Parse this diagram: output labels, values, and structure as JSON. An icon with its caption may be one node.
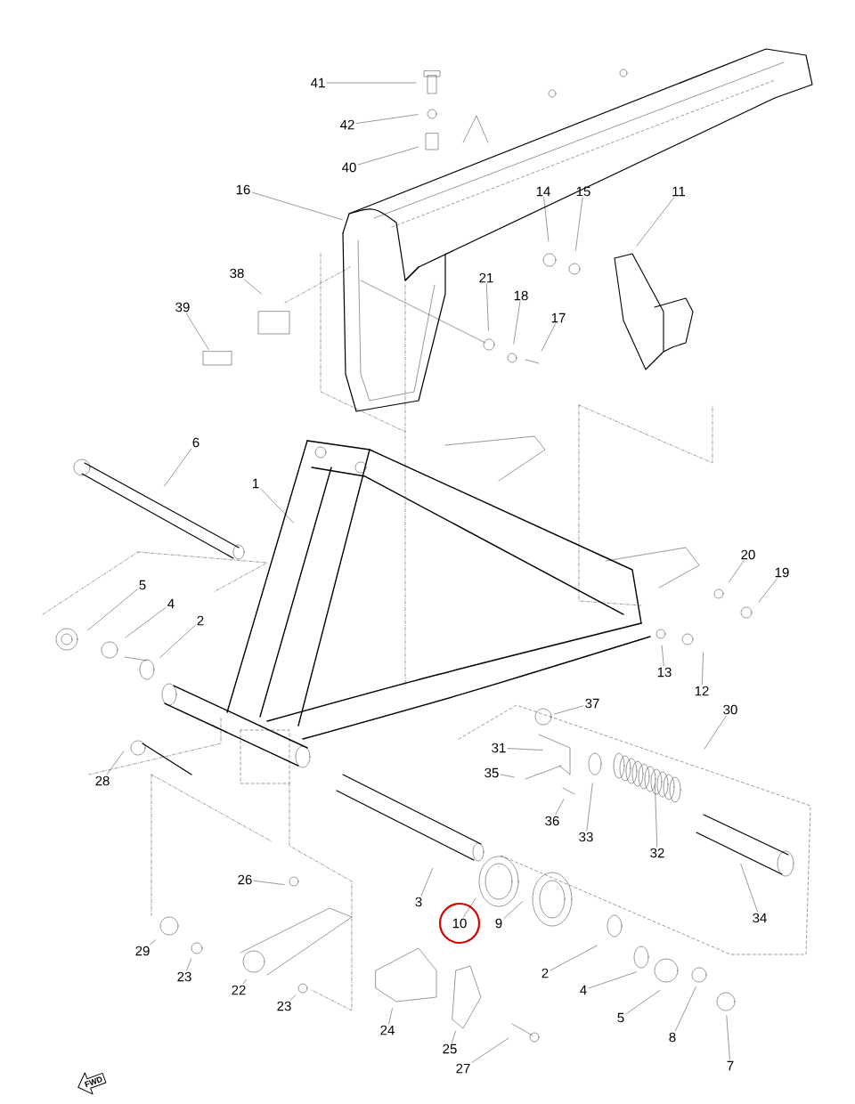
{
  "diagram": {
    "nodes": [
      {
        "text": [
          "41"
        ]
      },
      {
        "text": [
          "42"
        ]
      },
      {
        "text": [
          "40"
        ]
      },
      {
        "text": [
          "16"
        ]
      },
      {
        "text": [
          "14"
        ]
      },
      {
        "text": [
          "15"
        ]
      },
      {
        "text": [
          "11"
        ]
      },
      {
        "text": [
          "38"
        ]
      },
      {
        "text": [
          "39"
        ]
      },
      {
        "text": [
          "21"
        ]
      },
      {
        "text": [
          "18"
        ]
      },
      {
        "text": [
          "17"
        ]
      },
      {
        "text": [
          "6"
        ]
      },
      {
        "text": [
          "1"
        ]
      },
      {
        "text": [
          "5"
        ]
      },
      {
        "text": [
          "4"
        ]
      },
      {
        "text": [
          "2"
        ]
      },
      {
        "text": [
          "20"
        ]
      },
      {
        "text": [
          "19"
        ]
      },
      {
        "text": [
          "13"
        ]
      },
      {
        "text": [
          "12"
        ]
      },
      {
        "text": [
          "37"
        ]
      },
      {
        "text": [
          "30"
        ]
      },
      {
        "text": [
          "31"
        ]
      },
      {
        "text": [
          "28"
        ]
      },
      {
        "text": [
          "35"
        ]
      },
      {
        "text": [
          "36"
        ]
      },
      {
        "text": [
          "33"
        ]
      },
      {
        "text": [
          "32"
        ]
      },
      {
        "text": [
          "26"
        ]
      },
      {
        "text": [
          "3"
        ]
      },
      {
        "text": [
          "10"
        ]
      },
      {
        "text": [
          "9"
        ]
      },
      {
        "text": [
          "34"
        ]
      },
      {
        "text": [
          "29"
        ]
      },
      {
        "text": [
          "2"
        ]
      },
      {
        "text": [
          "23"
        ]
      },
      {
        "text": [
          "22"
        ]
      },
      {
        "text": [
          "4"
        ]
      },
      {
        "text": [
          "23"
        ]
      },
      {
        "text": [
          "5"
        ]
      },
      {
        "text": [
          "8"
        ]
      },
      {
        "text": [
          "7"
        ]
      },
      {
        "text": [
          "24"
        ]
      },
      {
        "text": [
          "25"
        ]
      },
      {
        "text": [
          "27"
        ]
      },
      {
        "text": [
          "FWD"
        ]
      }
    ],
    "edges": [
      {
        "from": 0,
        "to": null,
        "arrow": "none"
      },
      {
        "from": 1,
        "to": null,
        "arrow": "none"
      },
      {
        "from": 2,
        "to": null,
        "arrow": "none"
      },
      {
        "from": 3,
        "to": null,
        "arrow": "none"
      },
      {
        "from": 4,
        "to": null,
        "arrow": "none"
      },
      {
        "from": 5,
        "to": null,
        "arrow": "none"
      },
      {
        "from": 6,
        "to": null,
        "arrow": "none"
      },
      {
        "from": 7,
        "to": null,
        "arrow": "none"
      },
      {
        "from": 8,
        "to": null,
        "arrow": "none"
      },
      {
        "from": 9,
        "to": null,
        "arrow": "none"
      },
      {
        "from": 10,
        "to": null,
        "arrow": "none"
      },
      {
        "from": 11,
        "to": null,
        "arrow": "none"
      },
      {
        "from": 12,
        "to": null,
        "arrow": "none"
      },
      {
        "from": 13,
        "to": null,
        "arrow": "none"
      },
      {
        "from": 14,
        "to": null,
        "arrow": "none"
      },
      {
        "from": 15,
        "to": null,
        "arrow": "none"
      },
      {
        "from": 16,
        "to": null,
        "arrow": "none"
      },
      {
        "from": 17,
        "to": null,
        "arrow": "none"
      },
      {
        "from": 18,
        "to": null,
        "arrow": "none"
      },
      {
        "from": 19,
        "to": null,
        "arrow": "none"
      },
      {
        "from": 20,
        "to": null,
        "arrow": "none"
      },
      {
        "from": 21,
        "to": null,
        "arrow": "none"
      },
      {
        "from": 22,
        "to": null,
        "arrow": "none"
      },
      {
        "from": 23,
        "to": null,
        "arrow": "none"
      },
      {
        "from": 24,
        "to": null,
        "arrow": "none"
      },
      {
        "from": 25,
        "to": null,
        "arrow": "none"
      },
      {
        "from": 26,
        "to": null,
        "arrow": "none"
      },
      {
        "from": 27,
        "to": null,
        "arrow": "none"
      },
      {
        "from": 28,
        "to": null,
        "arrow": "none"
      },
      {
        "from": 29,
        "to": null,
        "arrow": "none"
      },
      {
        "from": 30,
        "to": null,
        "arrow": "none"
      },
      {
        "from": 31,
        "to": null,
        "arrow": "none"
      },
      {
        "from": 32,
        "to": null,
        "arrow": "none"
      },
      {
        "from": 33,
        "to": null,
        "arrow": "none"
      },
      {
        "from": 34,
        "to": null,
        "arrow": "none"
      },
      {
        "from": 35,
        "to": null,
        "arrow": "none"
      },
      {
        "from": 36,
        "to": null,
        "arrow": "none"
      },
      {
        "from": 37,
        "to": null,
        "arrow": "none"
      },
      {
        "from": 38,
        "to": null,
        "arrow": "none"
      },
      {
        "from": 39,
        "to": null,
        "arrow": "none"
      },
      {
        "from": 40,
        "to": null,
        "arrow": "none"
      },
      {
        "from": 41,
        "to": null,
        "arrow": "none"
      },
      {
        "from": 42,
        "to": null,
        "arrow": "none"
      },
      {
        "from": 43,
        "to": null,
        "arrow": "none"
      },
      {
        "from": 44,
        "to": null,
        "arrow": "none"
      },
      {
        "from": 45,
        "to": null,
        "arrow": "none"
      }
    ]
  }
}
